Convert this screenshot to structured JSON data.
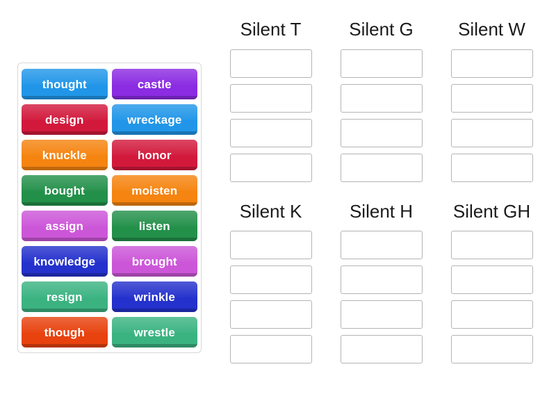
{
  "activity": {
    "type": "group-sort",
    "tile_text_color": "#ffffff",
    "tray_border_color": "#d8d8d8",
    "slot_border_color": "#b4b4b4",
    "background_color": "#ffffff",
    "heading_color": "#1b1b1b"
  },
  "tray": {
    "tiles": [
      {
        "label": "thought",
        "color": "#2196e8"
      },
      {
        "label": "castle",
        "color": "#8b2be2"
      },
      {
        "label": "design",
        "color": "#d2193c"
      },
      {
        "label": "wreckage",
        "color": "#2196e8"
      },
      {
        "label": "knuckle",
        "color": "#f58410"
      },
      {
        "label": "honor",
        "color": "#d2193c"
      },
      {
        "label": "bought",
        "color": "#23904a"
      },
      {
        "label": "moisten",
        "color": "#f58410"
      },
      {
        "label": "assign",
        "color": "#cc56d8"
      },
      {
        "label": "listen",
        "color": "#23904a"
      },
      {
        "label": "knowledge",
        "color": "#2431cc"
      },
      {
        "label": "brought",
        "color": "#cc56d8"
      },
      {
        "label": "resign",
        "color": "#3bb381"
      },
      {
        "label": "wrinkle",
        "color": "#2431cc"
      },
      {
        "label": "though",
        "color": "#e8420e"
      },
      {
        "label": "wrestle",
        "color": "#3bb381"
      }
    ]
  },
  "groups": {
    "rows": [
      {
        "columns": [
          {
            "title": "Silent T",
            "slots": [
              "",
              "",
              "",
              ""
            ]
          },
          {
            "title": "Silent G",
            "slots": [
              "",
              "",
              "",
              ""
            ]
          },
          {
            "title": "Silent W",
            "slots": [
              "",
              "",
              "",
              ""
            ]
          }
        ]
      },
      {
        "columns": [
          {
            "title": "Silent K",
            "slots": [
              "",
              "",
              "",
              ""
            ]
          },
          {
            "title": "Silent H",
            "slots": [
              "",
              "",
              "",
              ""
            ]
          },
          {
            "title": "Silent GH",
            "slots": [
              "",
              "",
              "",
              ""
            ]
          }
        ]
      }
    ]
  }
}
